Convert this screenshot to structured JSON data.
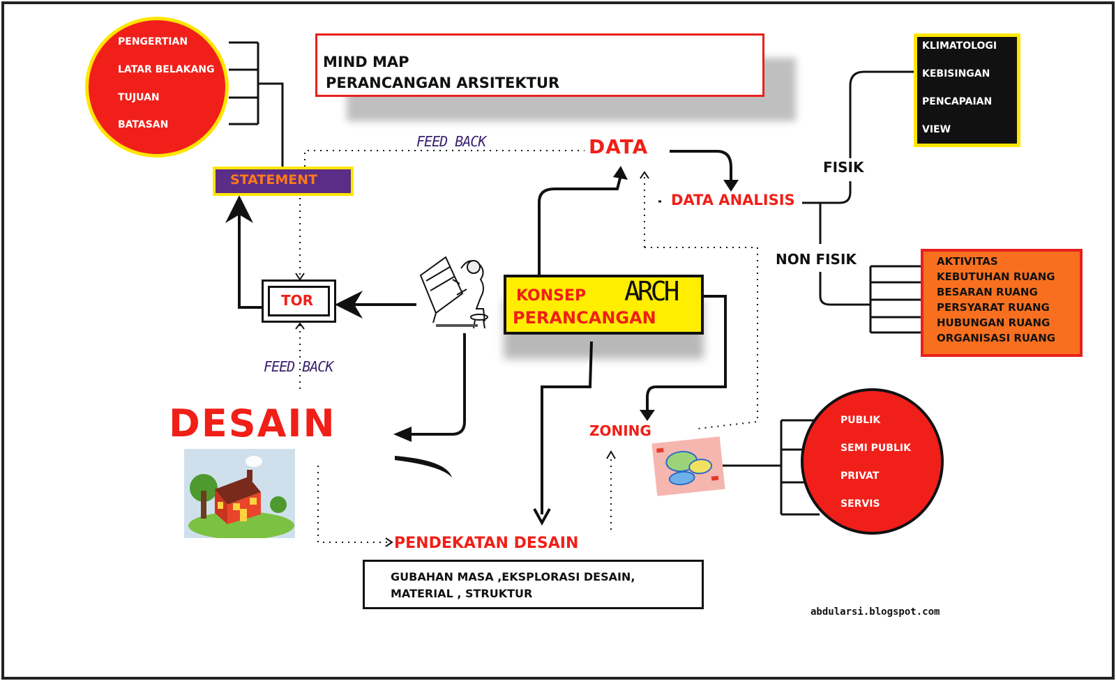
{
  "title": {
    "line1": "MIND MAP",
    "line2": "PERANCANGAN ARSITEKTUR"
  },
  "circle_top_items": [
    "PENGERTIAN",
    "LATAR BELAKANG",
    "TUJUAN",
    "BATASAN"
  ],
  "statement": "STATEMENT",
  "tor": "TOR",
  "feedback_top": "FEED BACK",
  "feedback_left": "FEED BACK",
  "data": "DATA",
  "data_analisis": "DATA ANALISIS",
  "fisik": "FISIK",
  "non_fisik": "NON FISIK",
  "fisik_items": [
    "KLIMATOLOGI",
    "KEBISINGAN",
    "PENCAPAIAN",
    "VIEW"
  ],
  "non_fisik_items": [
    "AKTIVITAS",
    "KEBUTUHAN RUANG",
    "BESARAN RUANG",
    "PERSYARAT RUANG",
    "HUBUNGAN RUANG",
    "ORGANISASI RUANG"
  ],
  "konsep": {
    "line1": "KONSEP",
    "logo": "ARCH",
    "line2": "PERANCANGAN"
  },
  "desain": "DESAIN",
  "zoning": "ZONING",
  "zoning_items": [
    "PUBLIK",
    "SEMI PUBLIK",
    "PRIVAT",
    "SERVIS"
  ],
  "pendekatan": "PENDEKATAN DESAIN",
  "gubahan": {
    "line1": "GUBAHAN MASA  ,EKSPLORASI DESAIN,",
    "line2": "MATERIAL , STRUKTUR"
  },
  "footer": "abdularsi.blogspot.com",
  "colors": {
    "red": "#f01f17",
    "yellow": "#ffe600",
    "purple": "#5b2d86",
    "orange": "#f8701f",
    "black": "#111111"
  },
  "icons": [
    "architect-drawing-icon",
    "house-illustration-icon",
    "zoning-diagram-icon"
  ]
}
